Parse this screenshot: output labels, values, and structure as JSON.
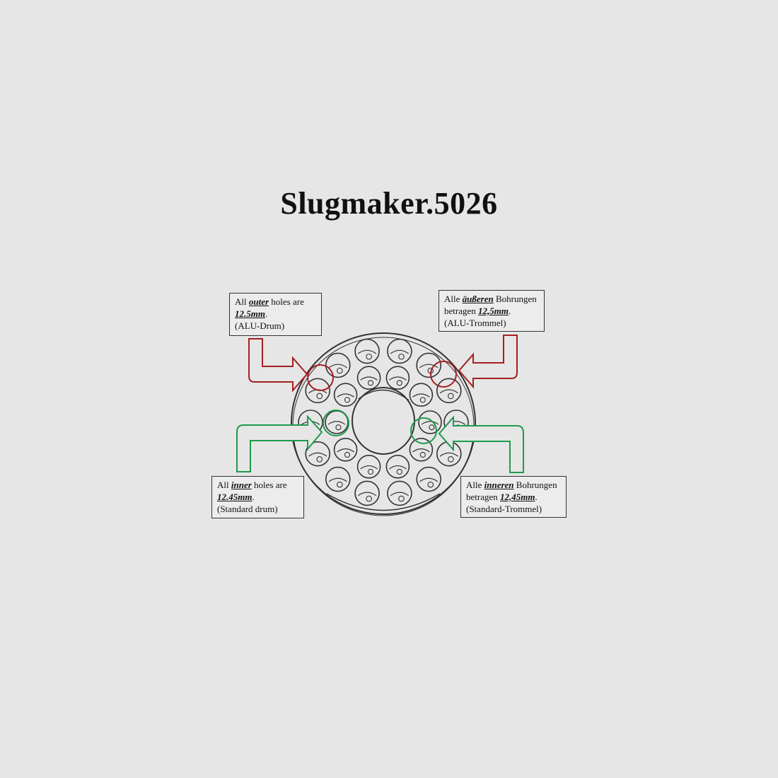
{
  "title": "Slugmaker.5026",
  "colors": {
    "outer": "#a51f1f",
    "inner": "#1e9b4b",
    "drawing": "#333333"
  },
  "notes": {
    "top_left": {
      "pre": "All ",
      "em": "outer",
      "post": " holes are",
      "size": "12.5mm",
      "dot": ".",
      "sub": "(ALU-Drum)"
    },
    "top_right": {
      "pre": "Alle ",
      "em": "äußeren",
      "post": " Bohrungen",
      "pre2": "betragen ",
      "size": "12,5mm",
      "dot": ".",
      "sub": "(ALU-Trommel)"
    },
    "bottom_left": {
      "pre": "All ",
      "em": "inner",
      "post": " holes are",
      "size": "12.45mm",
      "dot": ".",
      "sub": "(Standard drum)"
    },
    "bottom_right": {
      "pre": "Alle ",
      "em": "inneren",
      "post": " Bohrungen",
      "pre2": "betragen ",
      "size": "12,45mm",
      "dot": ".",
      "sub": "(Standard-Trommel)"
    }
  }
}
